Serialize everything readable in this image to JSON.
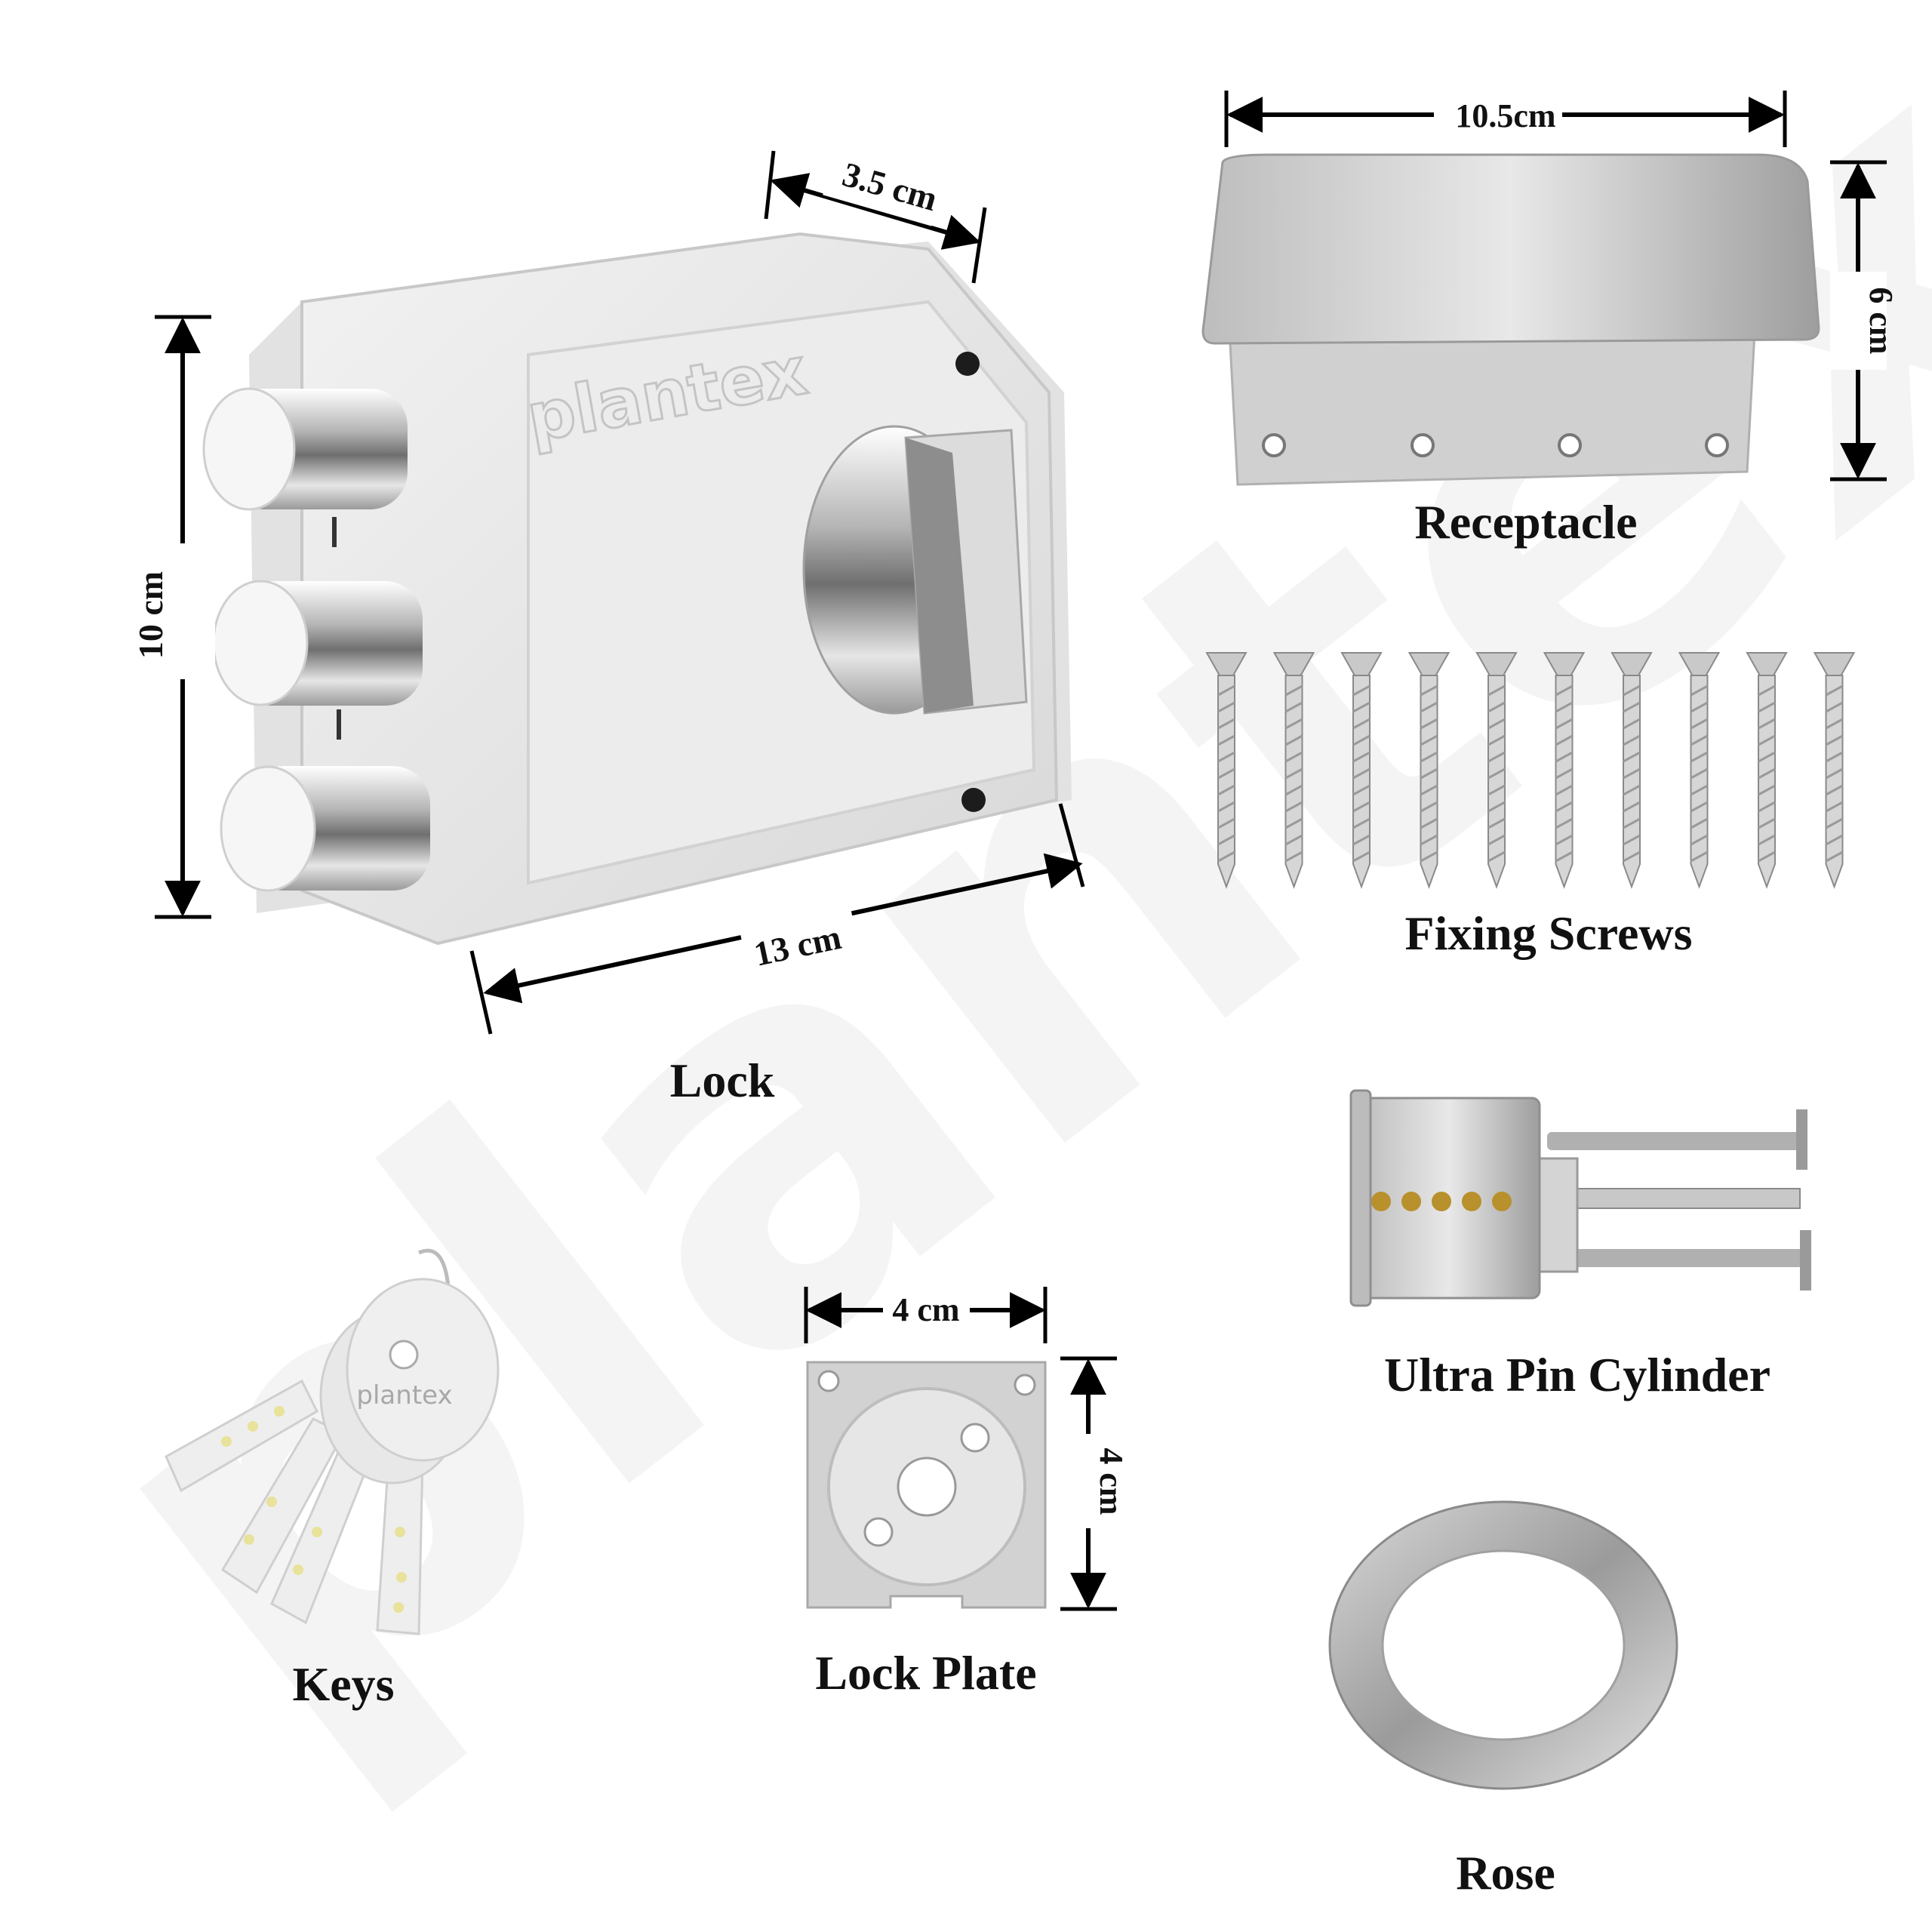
{
  "brand": {
    "logo_text": "plantex",
    "watermark_text": "plantex"
  },
  "colors": {
    "body": "#e6e6e6",
    "chrome": "#c8c8c8",
    "line": "#000000",
    "pin_gold": "#b8902c",
    "key_dot": "#e8e29a"
  },
  "dimensions": {
    "lock_width": "13 cm",
    "lock_depth": "3.5 cm",
    "lock_height": "10 cm",
    "receptacle_width": "10.5cm",
    "receptacle_height": "6 cm",
    "plate_width": "4 cm",
    "plate_height": "4 cm"
  },
  "components": {
    "lock": "Lock",
    "receptacle": "Receptacle",
    "screws": "Fixing Screws",
    "cylinder": "Ultra Pin Cylinder",
    "keys": "Keys",
    "plate": "Lock Plate",
    "rose": "Rose"
  },
  "screw_count": 10,
  "cylinder_pin_count": 5
}
